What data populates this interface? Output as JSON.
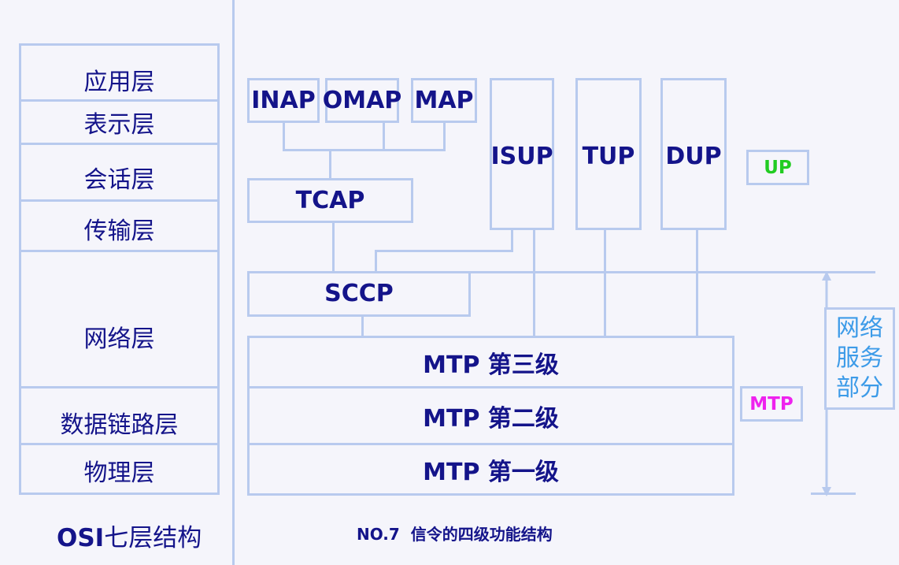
{
  "osi": {
    "title_bold": "OSI",
    "title_rest": "七层结构",
    "layers": [
      "应用层",
      "表示层",
      "会话层",
      "传输层",
      "网络层",
      "数据链路层",
      "物理层"
    ]
  },
  "ss7": {
    "apps": {
      "inap": "INAP",
      "omap": "OMAP",
      "map": "MAP"
    },
    "tcap": "TCAP",
    "user_parts": {
      "isup": "ISUP",
      "tup": "TUP",
      "dup": "DUP"
    },
    "sccp": "SCCP",
    "mtp_levels": {
      "level3": "MTP 第三级",
      "level2": "MTP 第二级",
      "level1": "MTP 第一级"
    },
    "caption": "NO.7  信令的四级功能结构"
  },
  "labels": {
    "up": "UP",
    "mtp": "MTP",
    "network_service": [
      "网络",
      "服务",
      "部分"
    ]
  },
  "colors": {
    "text_navy": "#14148a",
    "line_blue": "#b8caee",
    "up_green": "#22cc22",
    "mtp_magenta": "#ee22ee",
    "network_service_blue": "#3d9be8",
    "background": "#f5f5fb"
  }
}
